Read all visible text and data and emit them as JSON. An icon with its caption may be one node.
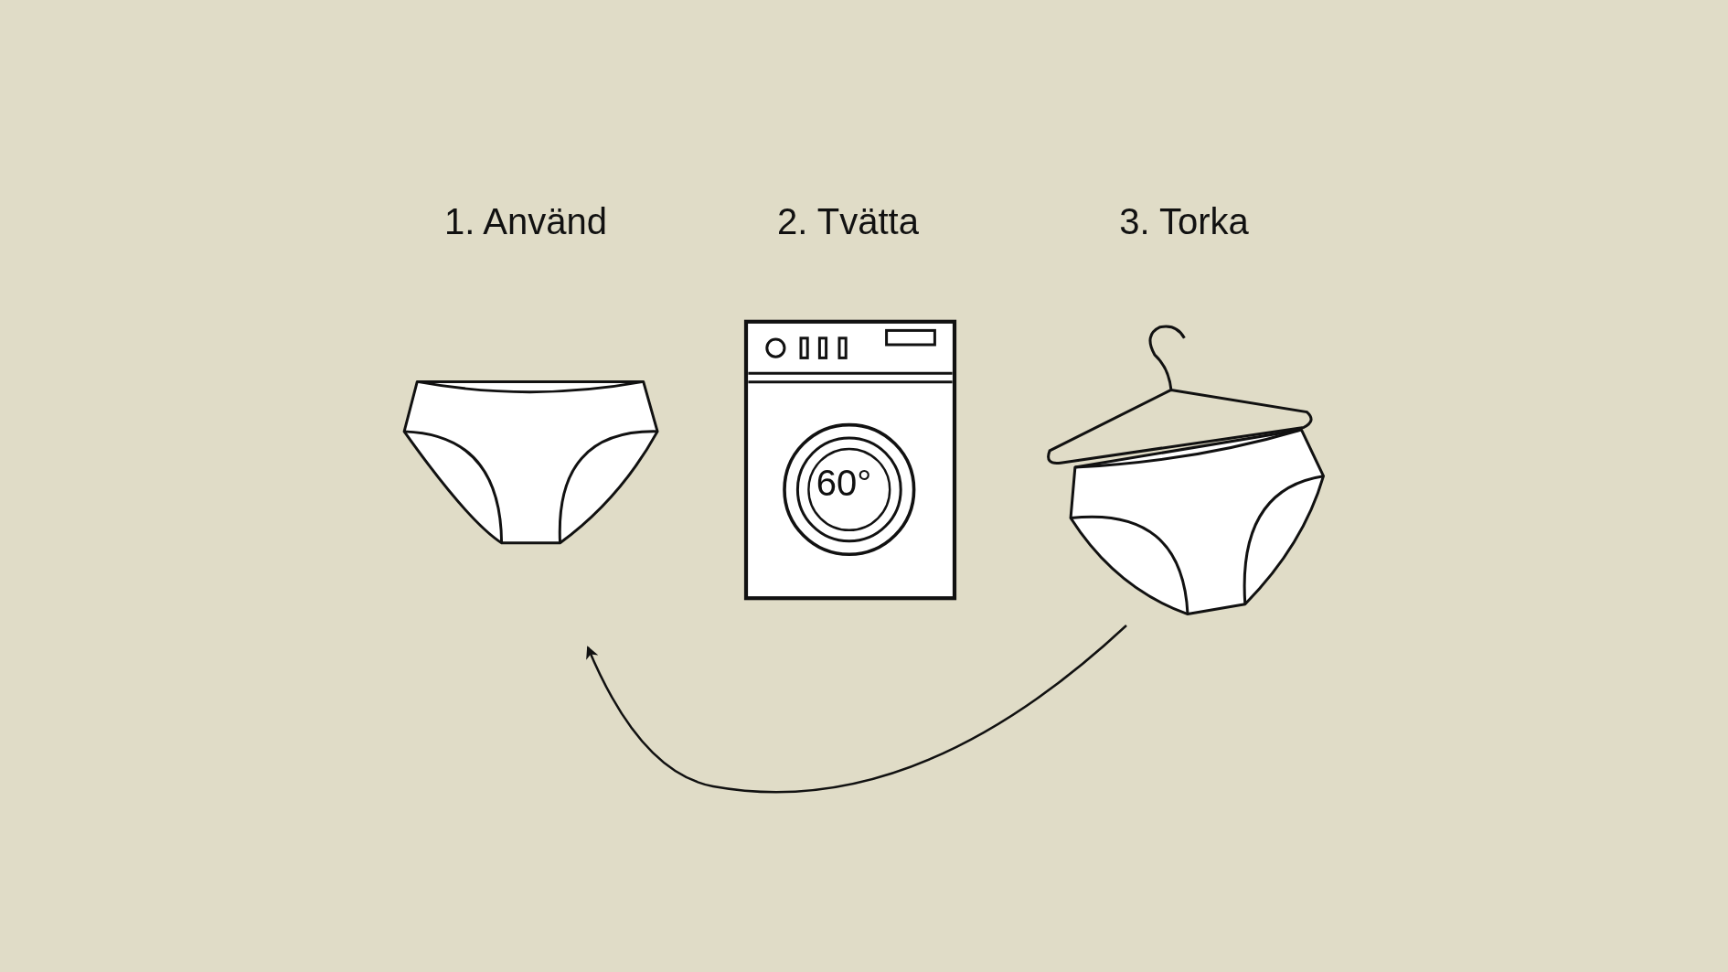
{
  "diagram": {
    "nodes": [
      {
        "text": [
          "1. Använd"
        ]
      },
      {
        "text": [
          "2. Tvätta",
          "60°"
        ]
      },
      {
        "text": [
          "3. Torka"
        ]
      }
    ],
    "edges": [
      {
        "from": 2,
        "to": 0,
        "arrow": "to"
      }
    ]
  }
}
